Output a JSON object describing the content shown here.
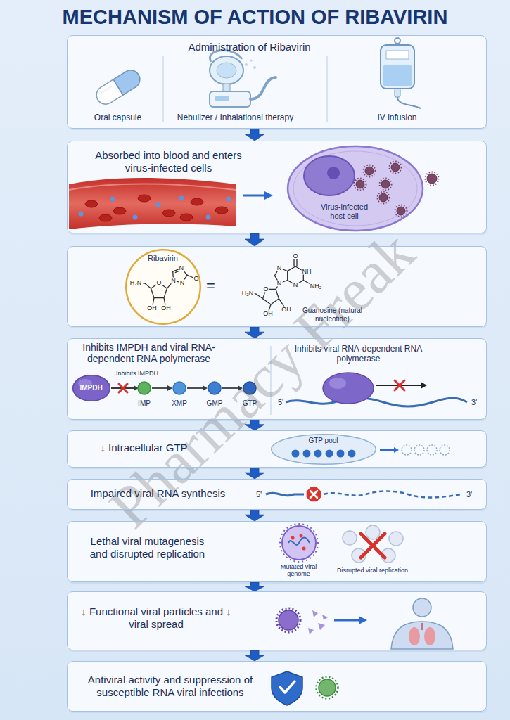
{
  "diagram": {
    "title": "MECHANISM OF ACTION OF RIBAVIRIN",
    "nodes": [
      {
        "text": [
          "Administration of Ribavirin",
          "Oral capsule",
          "Nebulizer / Inhalational therapy",
          "IV infusion"
        ]
      },
      {
        "text": [
          "Absorbed into blood and enters virus-infected cells",
          "Virus-infected host cell"
        ]
      },
      {
        "text": [
          "=",
          "Guanosine (natural nucleotide)"
        ]
      },
      {
        "text": [
          "Ribavirin"
        ],
        "in": 2
      },
      {
        "text": [
          "Inhibits IMPDH and viral RNA-dependent RNA polymerase",
          "Inhibits viral RNA-dependent RNA polymerase"
        ]
      },
      {
        "text": [
          "IMPDH"
        ],
        "in": 4
      },
      {
        "text": [
          "↓ Intracellular GTP"
        ]
      },
      {
        "text": [
          "GTP pool"
        ],
        "in": 6
      },
      {
        "text": [
          "Impaired viral RNA synthesis"
        ]
      },
      {
        "text": [
          "Lethal viral mutagenesis and disrupted replication",
          "Mutated viral genome",
          "Disrupted viral replication"
        ]
      },
      {
        "text": [
          "↓ Functional viral particles and ↓ viral spread"
        ]
      },
      {
        "text": [
          "Antiviral activity and suppression of susceptible RNA viral infections"
        ]
      }
    ],
    "edges": [
      {
        "from": 0,
        "to": 1,
        "arrow": "to"
      },
      {
        "from": 1,
        "to": 2,
        "arrow": "to"
      },
      {
        "from": 2,
        "to": 4,
        "arrow": "to"
      },
      {
        "from": 4,
        "to": 6,
        "arrow": "to"
      },
      {
        "from": 6,
        "to": 8,
        "arrow": "to"
      },
      {
        "from": 8,
        "to": 9,
        "arrow": "to"
      },
      {
        "from": 9,
        "to": 10,
        "arrow": "to"
      },
      {
        "from": 10,
        "to": 11,
        "arrow": "to"
      }
    ],
    "labels": [
      "Pharmacy Freak",
      "O",
      "N",
      "N",
      "N",
      "H₂N",
      "O",
      "OH",
      "OH",
      "O",
      "N",
      "NH",
      "N",
      "N",
      "NH₂",
      "H₂N",
      "O",
      "OH",
      "OH",
      "Inhibits IMPDH",
      "IMP",
      "XMP",
      "GMP",
      "GTP",
      "5'",
      "3'",
      "5'",
      "3'"
    ]
  }
}
